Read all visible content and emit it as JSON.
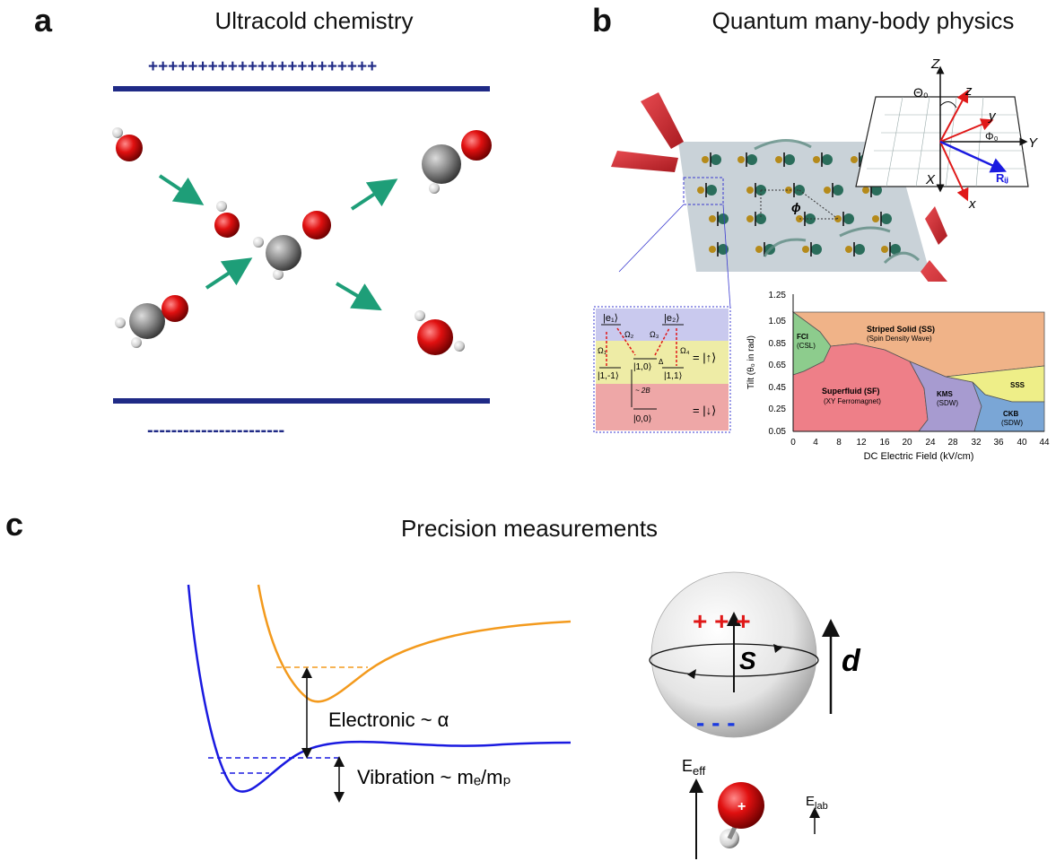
{
  "panels": {
    "a": {
      "letter": "a",
      "title": "Ultracold chemistry",
      "plus_row": "+++++++++++++++++++++++",
      "minus_row": "-----------------------"
    },
    "b": {
      "letter": "b",
      "title": "Quantum many-body physics",
      "axis_labels": {
        "Z": "Z",
        "Y": "Y",
        "X": "X",
        "z": "z",
        "y": "y",
        "x": "x",
        "theta0": "Θ₀",
        "phi0": "Φ₀",
        "Rij": "Rᵢⱼ"
      },
      "phi_label": "ϕ",
      "level_scheme": {
        "e1": "|e₁⟩",
        "e2": "|e₂⟩",
        "omega1": "Ω₁",
        "omega2": "Ω₂",
        "omega3": "Ω₃",
        "omega4": "Ω₄",
        "state_1m1": "|1,-1⟩",
        "state_10": "|1,0⟩",
        "state_11": "|1,1⟩",
        "state_00": "|0,0⟩",
        "delta": "Δ",
        "two_b": "~ 2B",
        "spin_up": "= |↑⟩",
        "spin_down": "= |↓⟩"
      },
      "phase_diagram": {
        "ylabel": "Tilt (θ₀ in rad)",
        "xlabel": "DC Electric Field (kV/cm)",
        "yticks": [
          "1.25",
          "1.05",
          "0.85",
          "0.65",
          "0.45",
          "0.25",
          "0.05"
        ],
        "xticks": [
          "0",
          "4",
          "8",
          "12",
          "16",
          "20",
          "24",
          "28",
          "32",
          "36",
          "40",
          "44"
        ],
        "regions": [
          {
            "name": "Striped Solid (SS)",
            "sub": "(Spin Density Wave)",
            "color": "#f0b388"
          },
          {
            "name": "FCI",
            "sub": "(CSL)",
            "color": "#8dcc8d"
          },
          {
            "name": "Superfluid (SF)",
            "sub": "(XY Ferromagnet)",
            "color": "#ee7f88"
          },
          {
            "name": "KMS",
            "sub": "(SDW)",
            "color": "#a79bd0"
          },
          {
            "name": "SSS",
            "sub": "",
            "color": "#eeee88"
          },
          {
            "name": "CKB",
            "sub": "(SDW)",
            "color": "#7aa6d6"
          }
        ]
      }
    },
    "c": {
      "letter": "c",
      "title": "Precision measurements",
      "electronic_label": "Electronic ~ α",
      "vibration_label": "Vibration ~ mₑ/mₚ",
      "s_label": "S",
      "d_label": "d",
      "plus_signs": "+   +   +",
      "minus_signs": "-   -   -",
      "e_eff": "E",
      "e_eff_sub": "eff",
      "e_lab": "E",
      "e_lab_sub": "lab"
    }
  },
  "colors": {
    "plate": "#1f2a86",
    "arrow_green": "#1e9e78",
    "oxygen": "#d60e0e",
    "carbon": "#8a8a8a",
    "orange_curve": "#f39a1d",
    "blue_curve": "#1a1ae0",
    "laser": "#d8323a"
  }
}
